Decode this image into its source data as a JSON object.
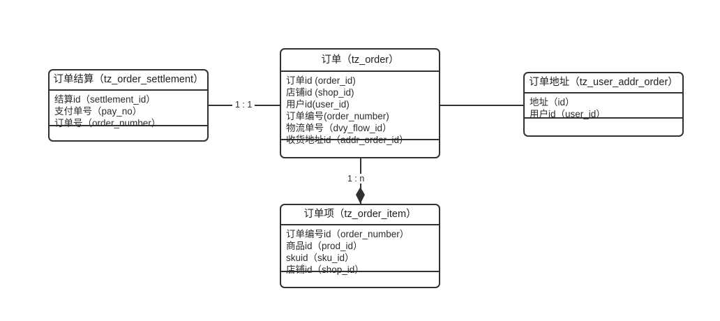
{
  "diagram": {
    "title": "order-er-diagram",
    "background": "#ffffff",
    "line_color": "#32312f",
    "text_color": "#2b2b2b"
  },
  "entities": {
    "settlement": {
      "name_cn": "订单结算",
      "table": "tz_order_settlement",
      "header": "订单结算（tz_order_settlement）",
      "attributes": [
        "结算id（settlement_id）",
        "支付单号（pay_no）",
        "订单号（order_number）"
      ]
    },
    "order": {
      "name_cn": "订单",
      "table": "tz_order",
      "header": "订单（tz_order）",
      "attributes": [
        "订单id (order_id)",
        "店铺id (shop_id)",
        "用户id(user_id)",
        "订单编号(order_number)",
        "物流单号（dvy_flow_id）",
        "收货地址id（addr_order_id）"
      ]
    },
    "address": {
      "name_cn": "订单地址",
      "table": "tz_user_addr_order",
      "header": "订单地址（tz_user_addr_order）",
      "attributes": [
        "地址（id）",
        "用户id（user_id）"
      ]
    },
    "order_item": {
      "name_cn": "订单项",
      "table": "tz_order_item",
      "header": "订单项（tz_order_item）",
      "attributes": [
        "订单编号id（order_number）",
        "商品id（prod_id）",
        "skuid（sku_id）",
        "店铺id（shop_id）"
      ]
    }
  },
  "relationships": {
    "settlement_order": {
      "label": "1 : 1",
      "from": "tz_order_settlement",
      "to": "tz_order"
    },
    "order_item": {
      "label": "1 : n",
      "from": "tz_order",
      "to": "tz_order_item",
      "marker": "filled-diamond"
    },
    "order_address": {
      "label": "",
      "from": "tz_order",
      "to": "tz_user_addr_order"
    }
  }
}
